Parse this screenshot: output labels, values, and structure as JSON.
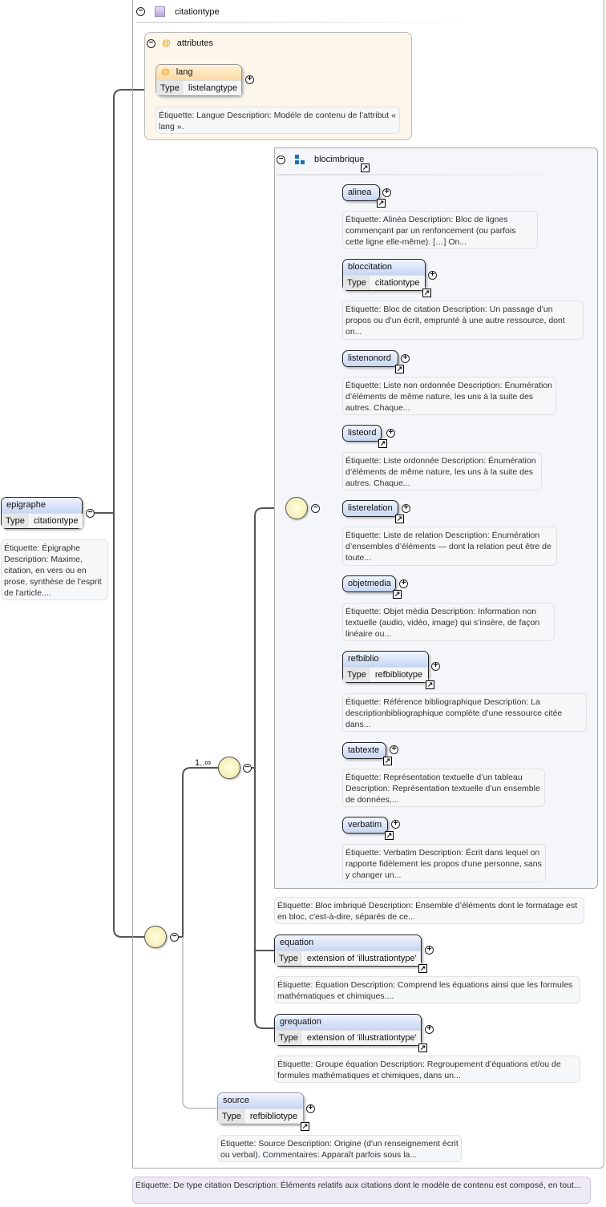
{
  "root": {
    "name": "epigraphe",
    "type_label": "Type",
    "type": "citationtype",
    "doc": "Étiquette: Épigraphe Description: Maxime, citation, en vers ou en prose, synthèse de l'esprit de l'article...."
  },
  "complex_type": {
    "name": "citationtype",
    "doc": "Étiquette: De type citation Description: Éléments relatifs aux citations dont le modèle de contenu est composé, en tout..."
  },
  "attributes": {
    "title": "attributes",
    "lang": {
      "name": "lang",
      "type_label": "Type",
      "type": "listelangtype",
      "doc": "Étiquette: Langue Description: Modèle de contenu de l’attribut « lang »."
    }
  },
  "choice_occurs": "1..∞",
  "group": {
    "name": "blocimbrique",
    "doc": "Étiquette: Bloc imbriqué Description: Ensemble d’éléments dont le formatage est en bloc, c'est-à-dire, séparés de ce...",
    "items": [
      {
        "name": "alinea",
        "doc": "Étiquette: Alinéa Description: Bloc de lignes commençant par un renfoncement (ou parfois cette ligne elle-même). […] On..."
      },
      {
        "name": "bloccitation",
        "type_label": "Type",
        "type": "citationtype",
        "doc": "Étiquette: Bloc de citation Description: Un passage d’un propos ou d’un écrit, emprunté à une autre ressource, dont on..."
      },
      {
        "name": "listenonord",
        "doc": "Étiquette: Liste non ordonnée Description: Énumération d’éléments de même nature, les uns à la suite des autres. Chaque..."
      },
      {
        "name": "listeord",
        "doc": "Étiquette: Liste ordonnée Description: Énumération d’éléments de même nature, les uns à la suite des autres. Chaque..."
      },
      {
        "name": "listerelation",
        "doc": "Étiquette: Liste de relation Description: Énumération d’ensembles d’éléments — dont la relation peut être de toute..."
      },
      {
        "name": "objetmedia",
        "doc": "Étiquette: Objet média Description: Information non textuelle (audio, vidéo, image) qui s’insère, de façon linéaire ou..."
      },
      {
        "name": "refbiblio",
        "type_label": "Type",
        "type": "refbibliotype",
        "doc": "Étiquette: Référence bibliographique Description: La descriptionbibliographique complète d’une ressource citée dans..."
      },
      {
        "name": "tabtexte",
        "doc": "Étiquette: Représentation textuelle d’un tableau Description: Représentation textuelle d’un ensemble de données,..."
      },
      {
        "name": "verbatim",
        "doc": "Étiquette: Verbatim Description: Écrit dans lequel on rapporte fidèlement les propos d'une personne, sans y changer un..."
      }
    ]
  },
  "equation": {
    "name": "equation",
    "type_label": "Type",
    "type": "extension of 'illustrationtype'",
    "doc": "Étiquette: Équation Description: Comprend les équations ainsi que les formules mathématiques et chimiques...."
  },
  "grequation": {
    "name": "grequation",
    "type_label": "Type",
    "type": "extension of 'illustrationtype'",
    "doc": "Étiquette: Groupe équation Description: Regroupement d’équations et/ou de formules mathématiques et chimiques, dans un..."
  },
  "source": {
    "name": "source",
    "type_label": "Type",
    "type": "refbibliotype",
    "doc": "Étiquette: Source Description: Origine (d'un renseignement écrit ou verbal). Commentaires: Apparaît parfois sous la..."
  },
  "colors": {
    "element_header": "#c6d6f2",
    "attribute_header": "#fbd9a0",
    "attributes_bg": "#fdf6ea",
    "group_bg": "#f4f6fa",
    "compositor": "#f2e8a8"
  }
}
